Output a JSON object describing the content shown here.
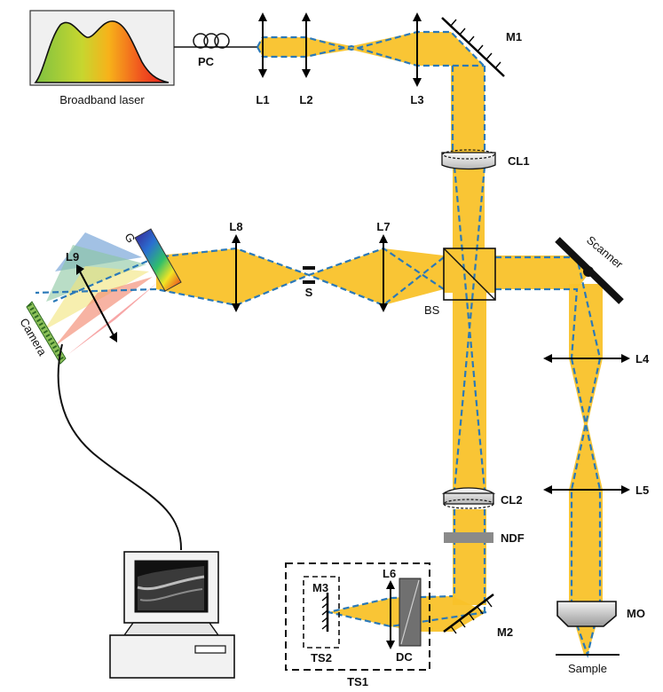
{
  "labels": {
    "broadband_laser": "Broadband laser",
    "pc": "PC",
    "l1": "L1",
    "l2": "L2",
    "l3": "L3",
    "m1": "M1",
    "cl1": "CL1",
    "g": "G",
    "l9": "L9",
    "camera": "Camera",
    "l8": "L8",
    "s": "S",
    "l7": "L7",
    "bs": "BS",
    "scanner": "Scanner",
    "l4": "L4",
    "l5": "L5",
    "cl2": "CL2",
    "ndf": "NDF",
    "l6": "L6",
    "m3": "M3",
    "ts2": "TS2",
    "dc": "DC",
    "m2": "M2",
    "ts1": "TS1",
    "mo": "MO",
    "sample": "Sample"
  },
  "colors": {
    "beam": "#f9c22a",
    "dashed_path": "#2b79b8",
    "ndf": "#8a8a8a"
  }
}
